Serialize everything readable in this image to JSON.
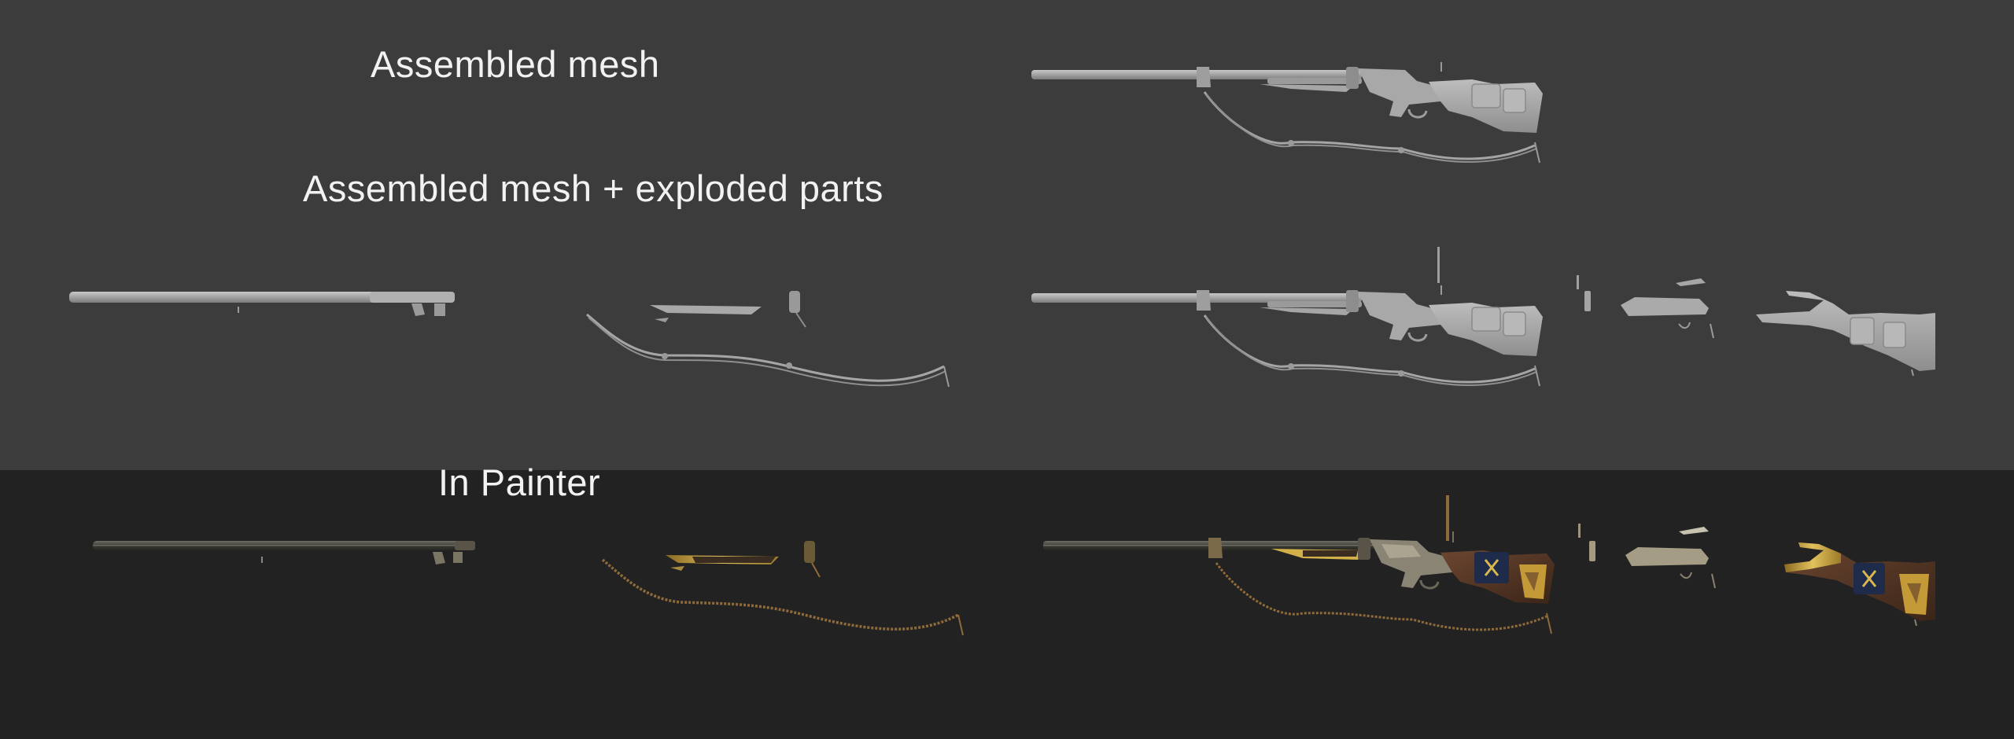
{
  "labels": {
    "assembled": "Assembled mesh",
    "exploded": "Assembled mesh + exploded parts",
    "painter": "In Painter"
  },
  "colors": {
    "top_background": "#3c3c3c",
    "bottom_background": "#222222",
    "mesh_gray": "#a9a9a9",
    "metal_dark": "#4a4a44",
    "brass": "#c9a546",
    "wood": "#5a3b2a",
    "navy": "#1f2b4a",
    "rope": "#8f6a3a"
  }
}
